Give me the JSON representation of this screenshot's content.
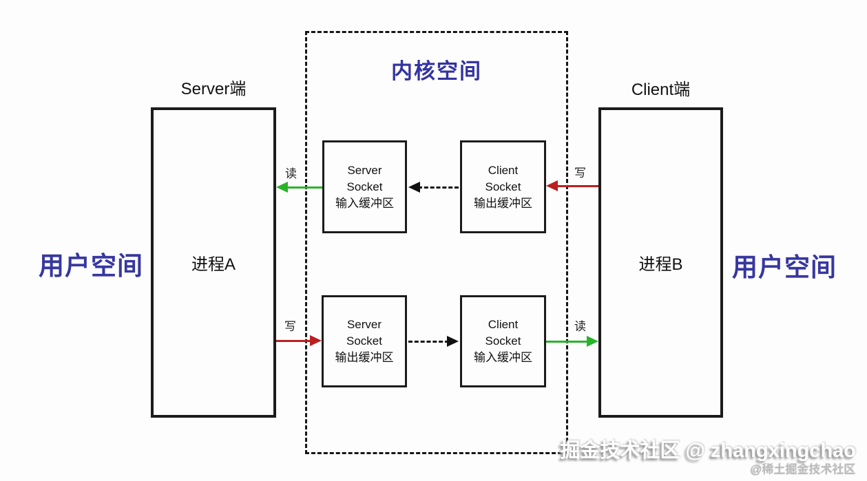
{
  "labels": {
    "user_space_left": "用户空间",
    "user_space_right": "用户空间",
    "kernel_space_title": "内核空间",
    "server_endpoint": "Server端",
    "client_endpoint": "Client端",
    "process_a": "进程A",
    "process_b": "进程B"
  },
  "buffers": {
    "server_input": {
      "line1": "Server",
      "line2": "Socket",
      "line3": "输入缓冲区"
    },
    "client_output": {
      "line1": "Client",
      "line2": "Socket",
      "line3": "输出缓冲区"
    },
    "server_output": {
      "line1": "Server",
      "line2": "Socket",
      "line3": "输出缓冲区"
    },
    "client_input": {
      "line1": "Client",
      "line2": "Socket",
      "line3": "输入缓冲区"
    }
  },
  "arrows": {
    "top_left_read": "读",
    "bottom_left_write": "写",
    "top_right_write": "写",
    "bottom_right_read": "读"
  },
  "colors": {
    "accent_blue": "#3737a0",
    "arrow_green": "#28b428",
    "arrow_red": "#bd1e1e",
    "line_black": "#1b1b1b"
  },
  "watermark": {
    "line1": "掘金技术社区 @ zhangxingchao",
    "line2": "@稀土掘金技术社区"
  }
}
